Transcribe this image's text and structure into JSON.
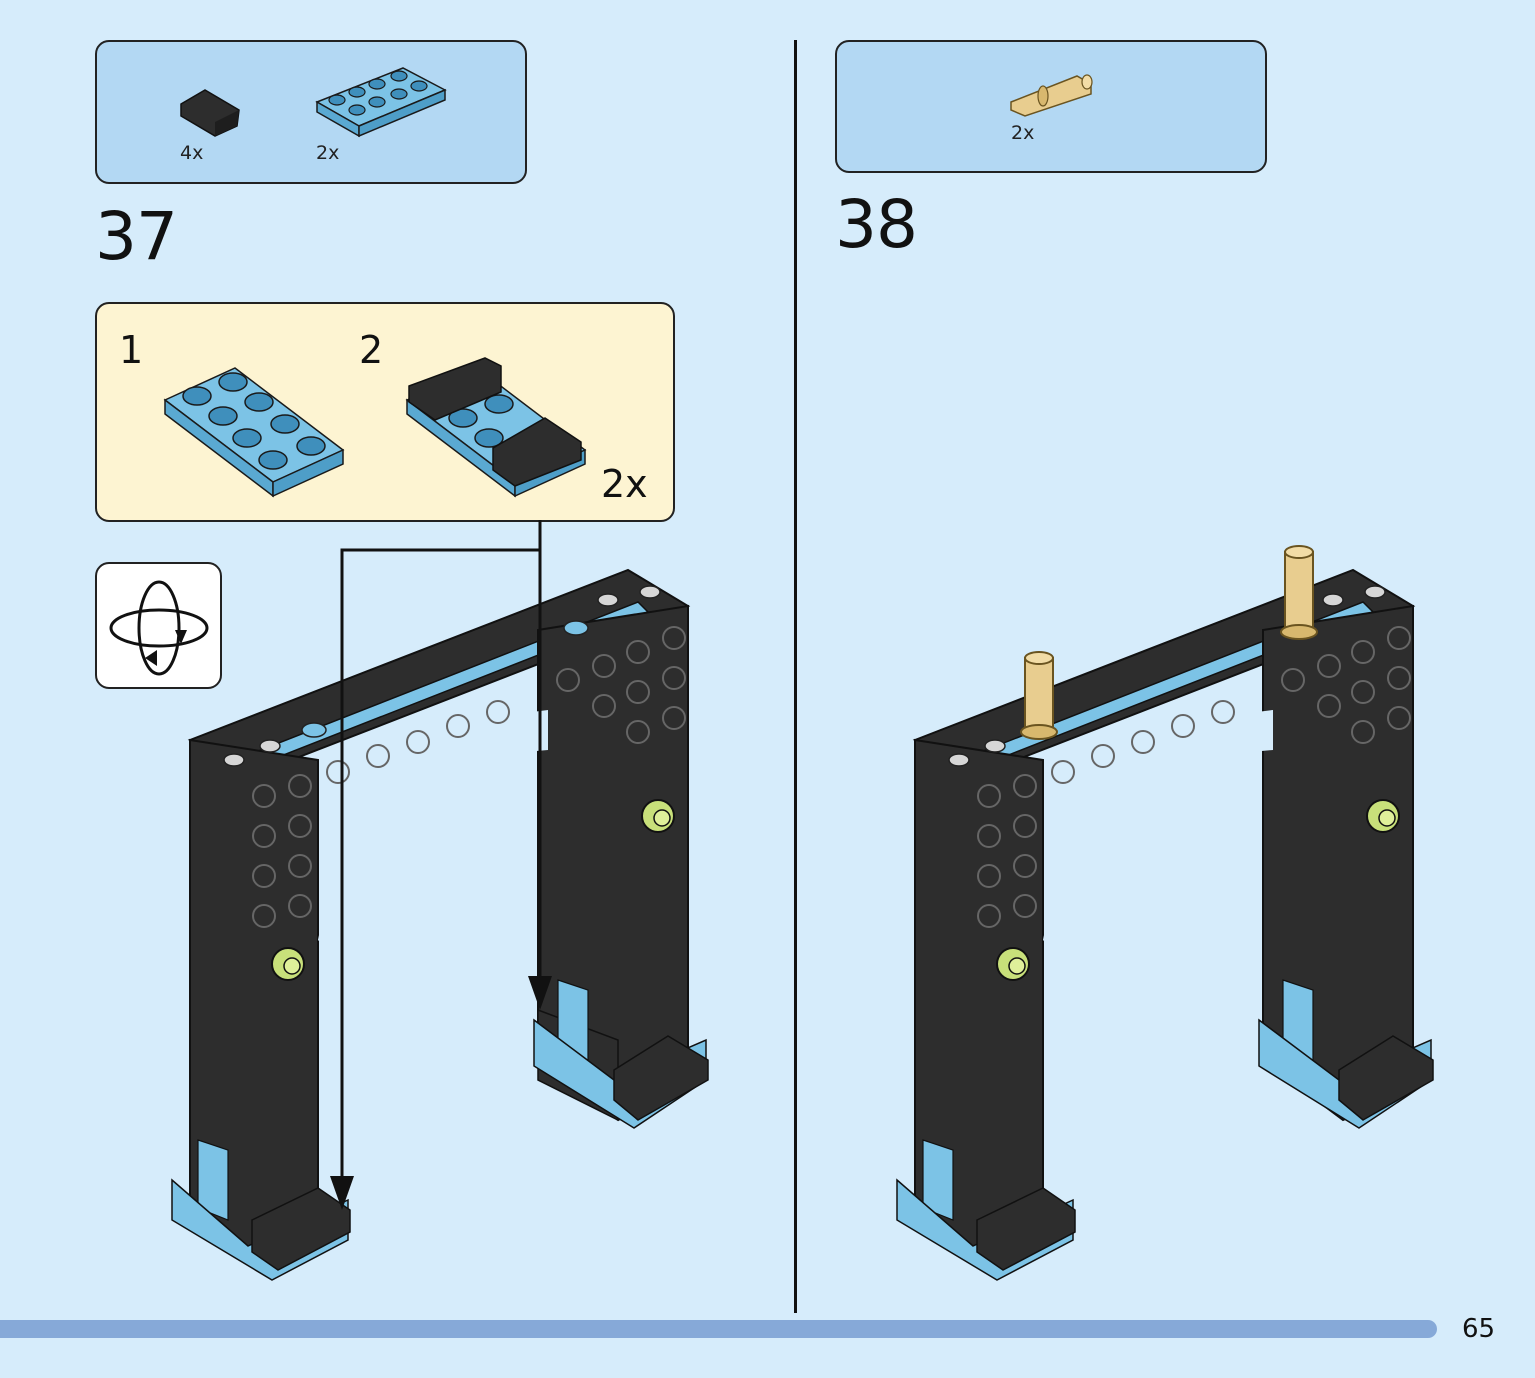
{
  "page_number": "65",
  "steps": [
    {
      "number": "37",
      "parts": [
        {
          "icon": "black-slope-brick-icon",
          "quantity": "4x"
        },
        {
          "icon": "blue-plate-2x4-icon",
          "quantity": "2x"
        }
      ],
      "sub_assembly": {
        "substeps": [
          "1",
          "2"
        ],
        "multiplier": "2x"
      },
      "rotate_icon": "rotate-model-icon"
    },
    {
      "number": "38",
      "parts": [
        {
          "icon": "tan-technic-pin-icon",
          "quantity": "2x"
        }
      ]
    }
  ],
  "colors": {
    "background": "#d6ecfb",
    "parts_box": "#b3d8f3",
    "callout": "#fdf4d2",
    "brick_black": "#2d2d2d",
    "brick_blue": "#7cc3e6",
    "pin_tan": "#e8cd8f",
    "stud_lime": "#c8e07a",
    "page_bar": "#86a9d8"
  }
}
